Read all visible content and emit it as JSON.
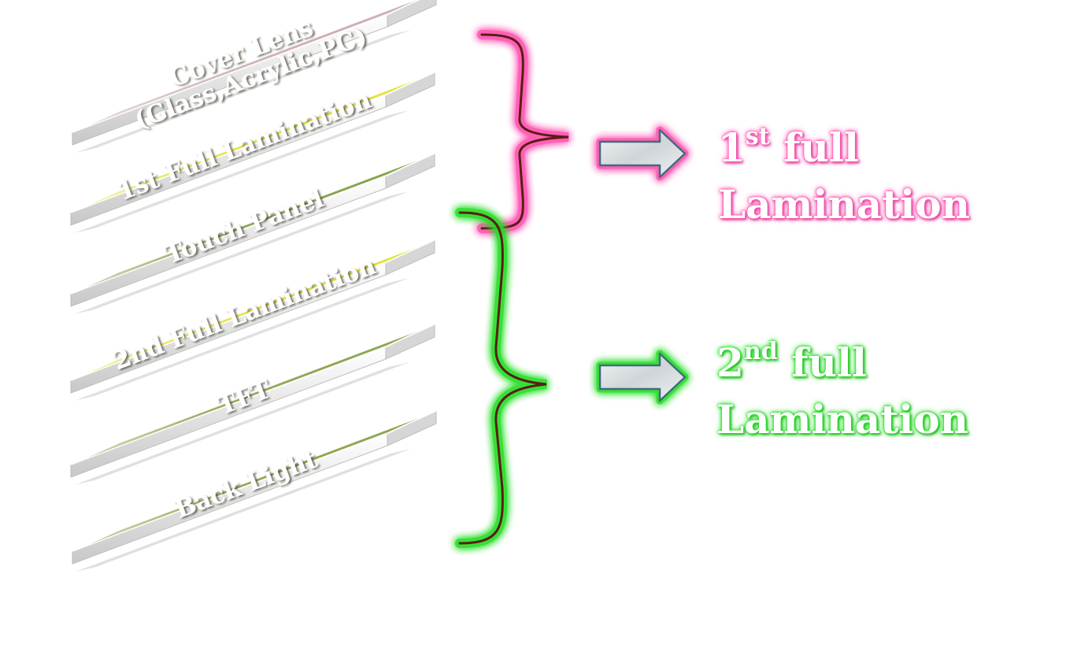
{
  "layers": [
    {
      "id": "cover",
      "lines": [
        "Cover Lens",
        "(Glass,Acrylic,PC)"
      ],
      "color": "#c9a9ae"
    },
    {
      "id": "oca1",
      "lines": [
        "1st Full Lamination"
      ],
      "color": "#e2e02e"
    },
    {
      "id": "touch",
      "lines": [
        "Touch Panel"
      ],
      "color": "#7f9a3e"
    },
    {
      "id": "oca2",
      "lines": [
        "2nd Full Lamination"
      ],
      "color": "#e2e02e"
    },
    {
      "id": "tft",
      "lines": [
        "TFT"
      ],
      "color": "#86a043"
    },
    {
      "id": "backlight",
      "lines": [
        "Back Light"
      ],
      "color": "#86a043"
    }
  ],
  "groups": [
    {
      "id": "first",
      "base": "1",
      "sup": "st",
      "word1": "full",
      "word2": "Lamination",
      "glow": "#ff4fb0",
      "text_color": "#ffffff"
    },
    {
      "id": "second",
      "base": "2",
      "sup": "nd",
      "word1": "full",
      "word2": "Lamination",
      "glow": "#22dd22",
      "text_color": "#ffffff"
    }
  ],
  "colors": {
    "brace_stroke": "#5a1d14",
    "arrow_fill": "#dfe3e6",
    "arrow_stroke": "#3f6d7a"
  },
  "icons": {
    "brace": "curly-brace-icon",
    "arrow": "right-arrow-icon"
  }
}
